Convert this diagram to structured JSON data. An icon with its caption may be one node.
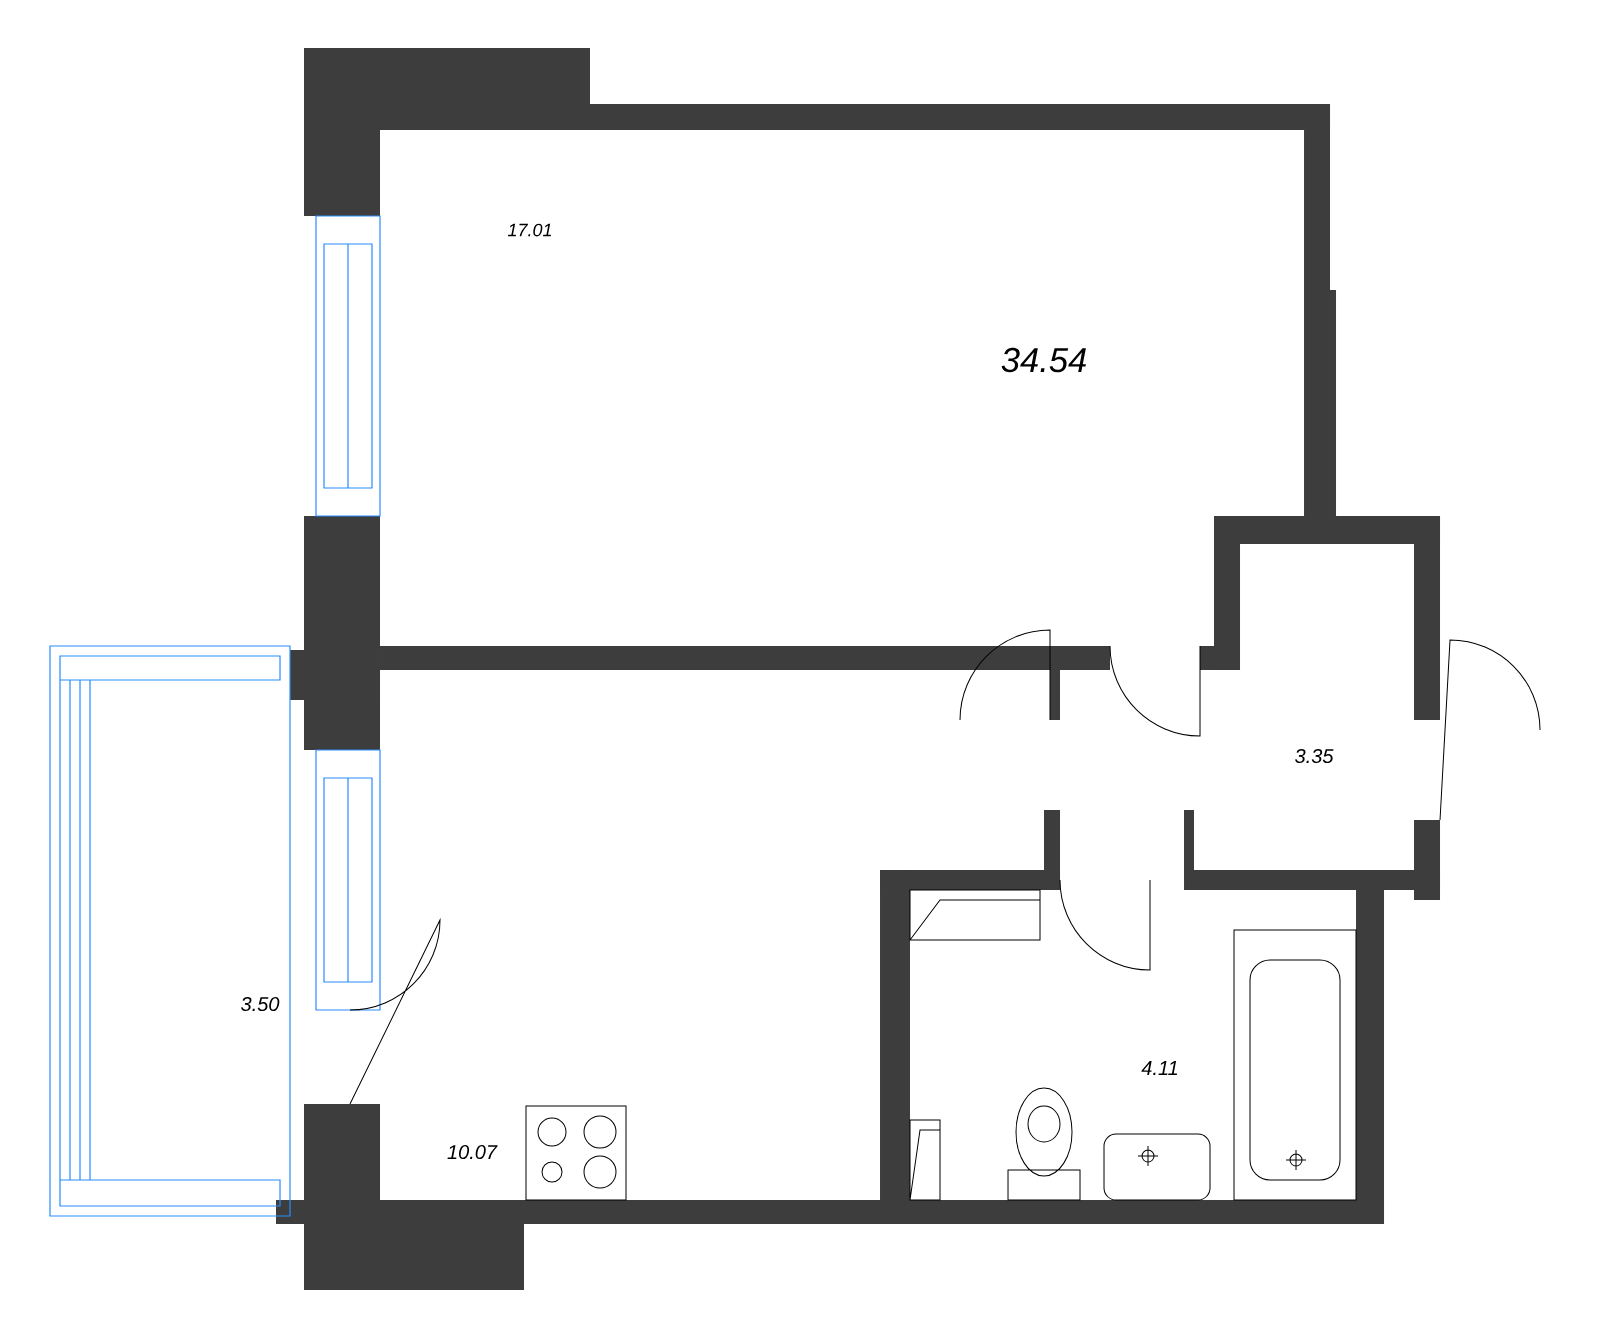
{
  "diagram": {
    "labels": [
      "17.01",
      "34.54",
      "3.35",
      "3.50",
      "4.11",
      "10.07"
    ]
  }
}
